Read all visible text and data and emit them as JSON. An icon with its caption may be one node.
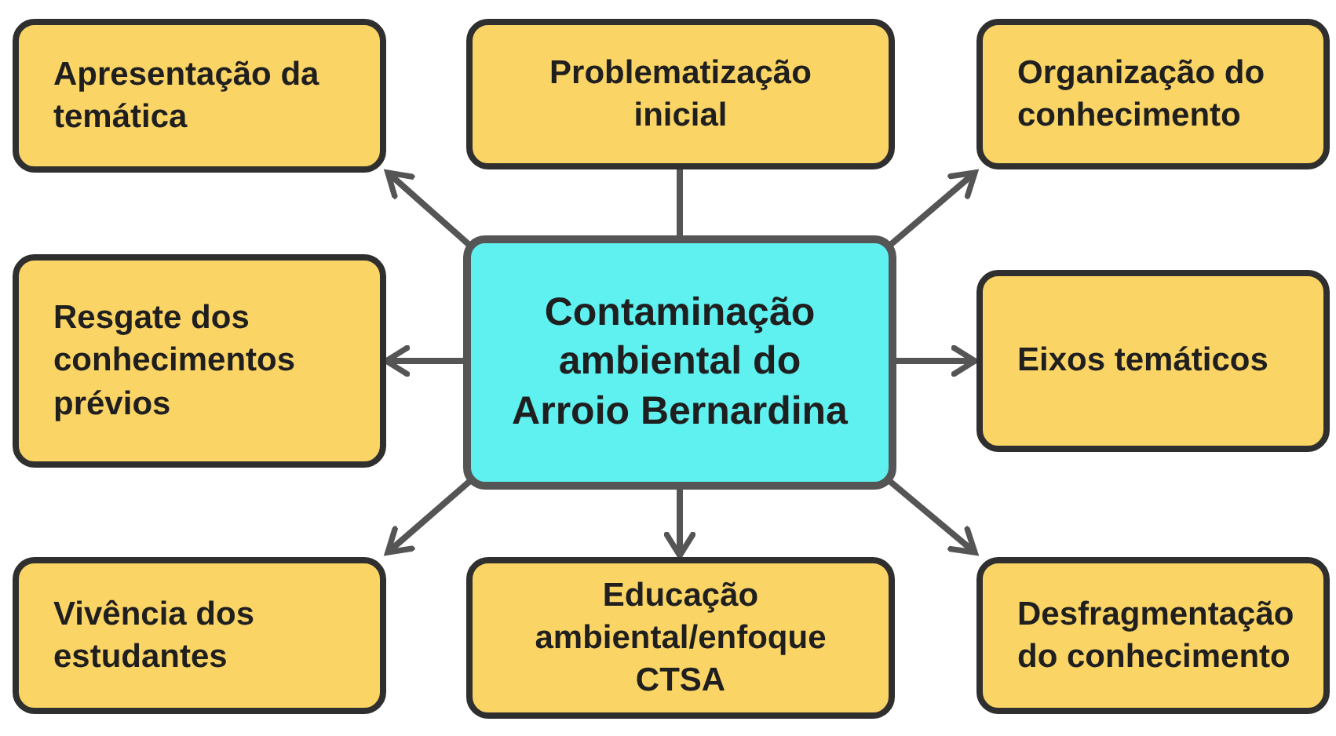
{
  "diagram": {
    "nodes": [
      {
        "text": [
          "Contaminação ambiental do Arroio Bernardina"
        ]
      },
      {
        "text": [
          "Apresentação da temática"
        ]
      },
      {
        "text": [
          "Problematização inicial"
        ]
      },
      {
        "text": [
          "Organização do conhecimento"
        ]
      },
      {
        "text": [
          "Resgate dos conhecimentos prévios"
        ]
      },
      {
        "text": [
          "Eixos temáticos"
        ]
      },
      {
        "text": [
          "Vivência dos estudantes"
        ]
      },
      {
        "text": [
          "Educação ambiental/enfoque CTSA"
        ]
      },
      {
        "text": [
          "Desfragmentação do conhecimento"
        ]
      }
    ],
    "edges": [
      {
        "from": 0,
        "to": 1,
        "arrow": "to"
      },
      {
        "from": 0,
        "to": 2,
        "arrow": "none"
      },
      {
        "from": 0,
        "to": 3,
        "arrow": "to"
      },
      {
        "from": 0,
        "to": 4,
        "arrow": "to"
      },
      {
        "from": 0,
        "to": 5,
        "arrow": "to"
      },
      {
        "from": 0,
        "to": 6,
        "arrow": "to"
      },
      {
        "from": 0,
        "to": 7,
        "arrow": "to"
      },
      {
        "from": 0,
        "to": 8,
        "arrow": "to"
      }
    ]
  }
}
